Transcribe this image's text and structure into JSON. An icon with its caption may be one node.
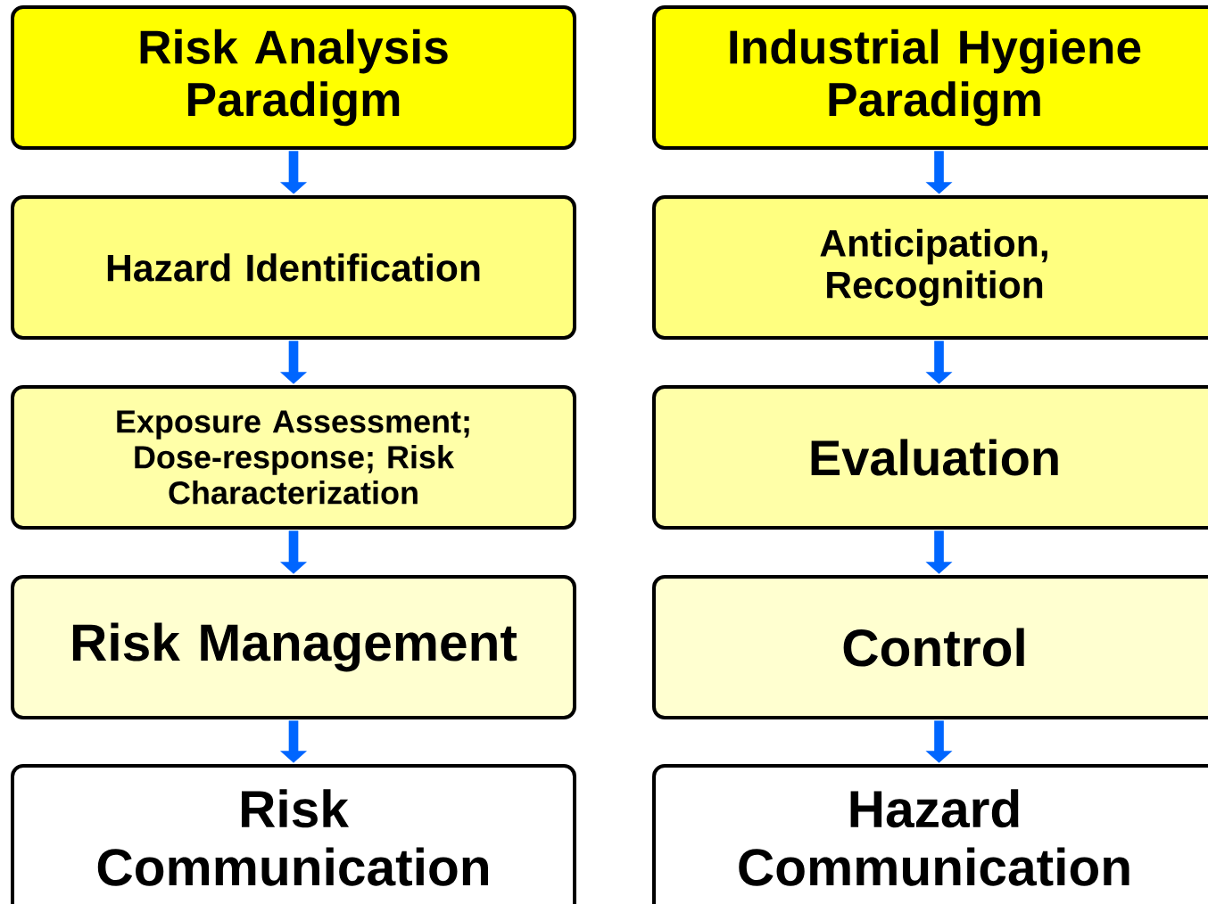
{
  "diagram": {
    "nodes": [
      {
        "text": [
          "Risk Analysis Paradigm"
        ]
      },
      {
        "text": [
          "Industrial Hygiene Paradigm"
        ]
      },
      {
        "text": [
          "Hazard Identification"
        ]
      },
      {
        "text": [
          "Anticipation, Recognition"
        ]
      },
      {
        "text": [
          "Exposure Assessment; Dose-response; Risk Characterization"
        ]
      },
      {
        "text": [
          "Evaluation"
        ]
      },
      {
        "text": [
          "Risk Management"
        ]
      },
      {
        "text": [
          "Control"
        ]
      },
      {
        "text": [
          "Risk Communication"
        ]
      },
      {
        "text": [
          "Hazard Communication"
        ]
      }
    ],
    "edges": [
      {
        "from": 0,
        "to": 2,
        "arrow": "to"
      },
      {
        "from": 2,
        "to": 4,
        "arrow": "to"
      },
      {
        "from": 4,
        "to": 6,
        "arrow": "to"
      },
      {
        "from": 6,
        "to": 8,
        "arrow": "to"
      },
      {
        "from": 1,
        "to": 3,
        "arrow": "to"
      },
      {
        "from": 3,
        "to": 5,
        "arrow": "to"
      },
      {
        "from": 5,
        "to": 7,
        "arrow": "to"
      },
      {
        "from": 7,
        "to": 9,
        "arrow": "to"
      }
    ]
  }
}
